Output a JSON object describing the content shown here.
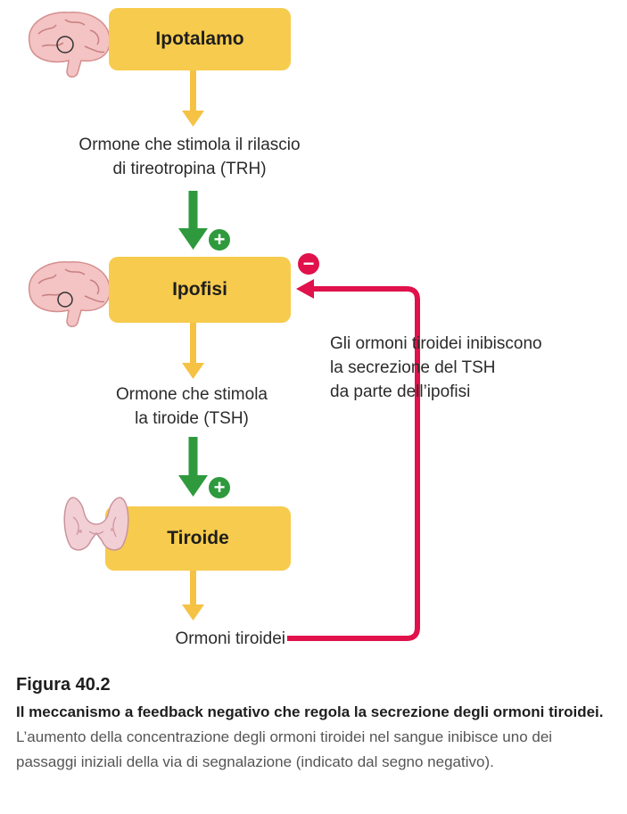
{
  "diagram": {
    "nodes": {
      "hypothalamus": "Ipotalamo",
      "pituitary": "Ipofisi",
      "thyroid": "Tiroide"
    },
    "labels": {
      "trh": [
        "Ormone che stimola il rilascio",
        "di tireotropina (TRH)"
      ],
      "tsh": [
        "Ormone che stimola",
        "la tiroide (TSH)"
      ],
      "hormones": "Ormoni tiroidei",
      "feedback": [
        "Gli ormoni tiroidei inibiscono",
        "la secrezione del TSH",
        "da parte dell’ipofisi"
      ]
    },
    "signs": {
      "plus": "+",
      "minus": "−"
    },
    "colors": {
      "box": "#f7cb4d",
      "yellow_arrow": "#f5c244",
      "green_arrow": "#2e9a3d",
      "feedback_arrow": "#e0114b"
    },
    "icons": [
      "brain-icon",
      "brain-icon",
      "thyroid-icon"
    ]
  },
  "caption": {
    "figure_number": "Figura 40.2",
    "bold_text": "Il meccanismo a feedback negativo che regola la secrezione degli ormoni tiroidei.",
    "body_text": "L’aumento della concentrazione degli ormoni tiroidei nel sangue inibisce uno dei passaggi iniziali della via di segnalazione (indicato dal segno negativo)."
  }
}
